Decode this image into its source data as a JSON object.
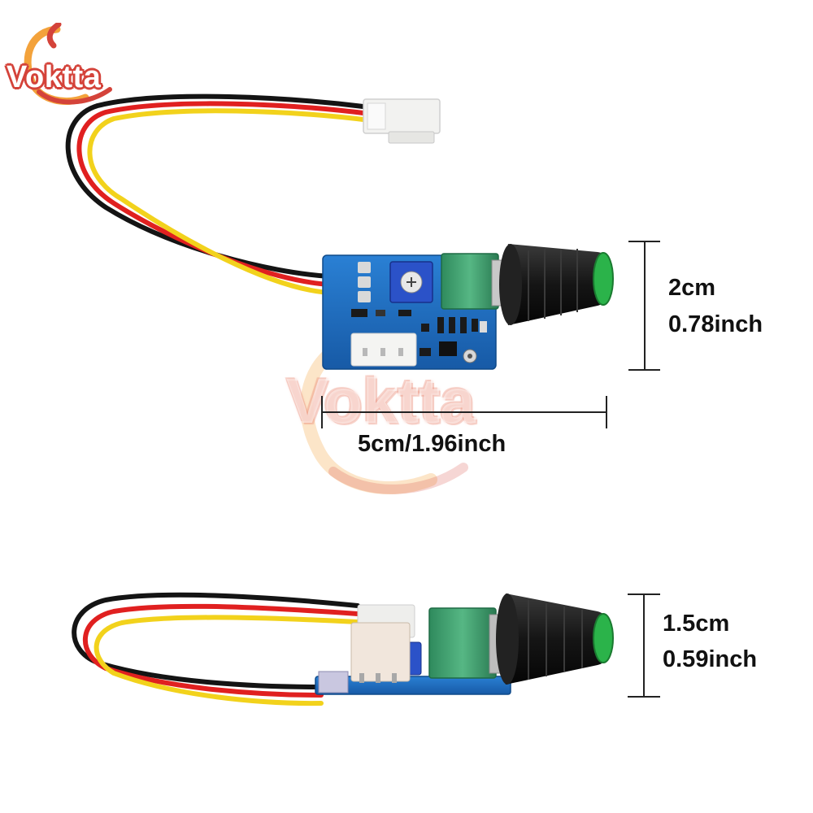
{
  "brand": {
    "logo_text": "Voktta",
    "watermark_text": "Voktta",
    "logo_color": "#d4433a",
    "logo_accent": "#f3a23b"
  },
  "top_module": {
    "height_metric": "2cm",
    "height_imperial": "0.78inch",
    "width_label": "5cm/1.96inch"
  },
  "side_module": {
    "height_metric": "1.5cm",
    "height_imperial": "0.59inch"
  },
  "colors": {
    "pcb_blue": "#1f6fc4",
    "wire_yellow": "#f2d21c",
    "wire_red": "#e02020",
    "wire_black": "#141414",
    "knob_black": "#1a1a1a",
    "knob_green": "#2bb34a",
    "pot_green": "#3a9a6a"
  }
}
